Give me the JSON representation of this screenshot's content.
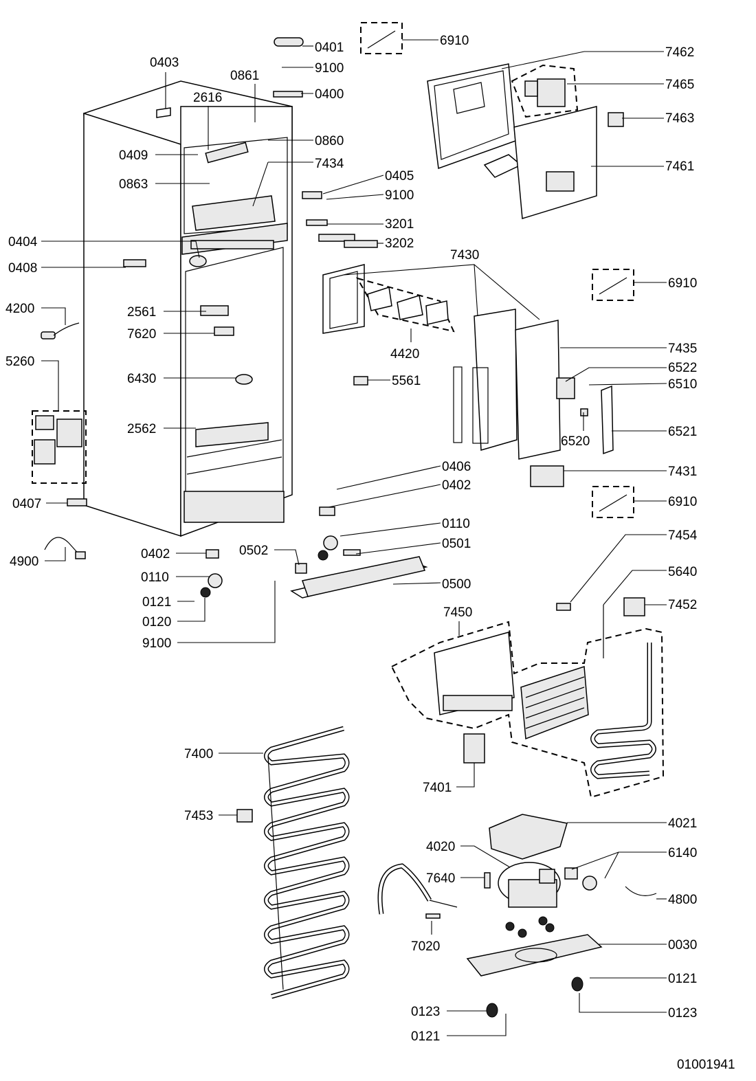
{
  "callouts": [
    "0401",
    "9100",
    "0400",
    "6910",
    "7462",
    "7465",
    "7463",
    "7461",
    "0403",
    "0861",
    "2616",
    "0860",
    "0409",
    "7434",
    "0863",
    "0405",
    "9100",
    "3201",
    "3202",
    "0404",
    "0408",
    "7430",
    "6910",
    "4200",
    "2561",
    "7620",
    "4420",
    "7435",
    "6522",
    "6510",
    "5260",
    "6430",
    "5561",
    "6521",
    "6520",
    "2562",
    "7431",
    "0406",
    "0402",
    "6910",
    "0407",
    "0110",
    "7454",
    "4900",
    "0402",
    "0502",
    "0501",
    "5640",
    "0110",
    "0500",
    "7452",
    "0121",
    "7450",
    "0120",
    "9100",
    "7400",
    "7453",
    "7401",
    "4021",
    "4020",
    "6140",
    "7640",
    "4800",
    "7020",
    "0030",
    "0121",
    "0123",
    "0123",
    "0121"
  ],
  "diagram_code": "01001941"
}
